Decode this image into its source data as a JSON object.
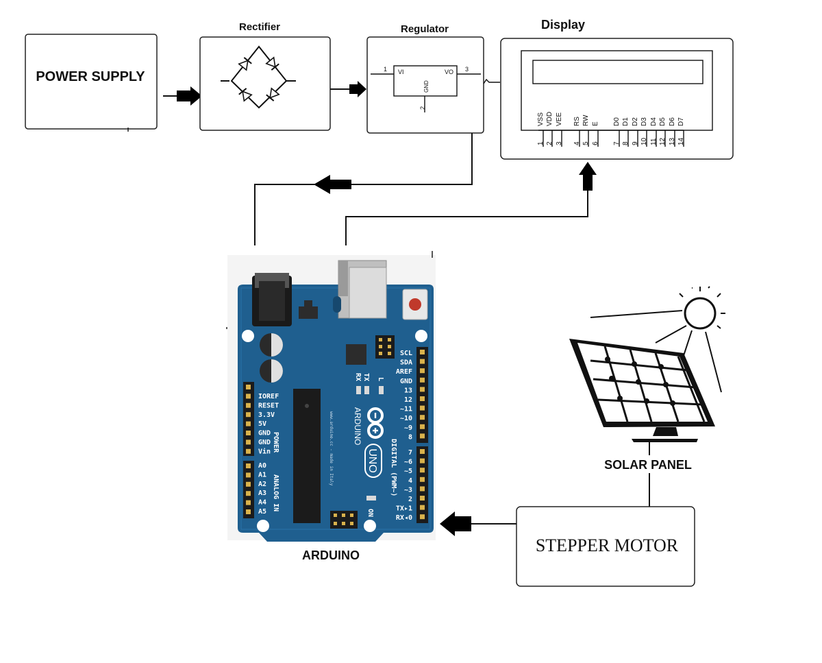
{
  "blocks": {
    "power_supply": "POWER SUPPLY",
    "rectifier": "Rectifier",
    "regulator": "Regulator",
    "display": "Display",
    "solar_panel": "SOLAR PANEL",
    "stepper_motor": "STEPPER MOTOR",
    "arduino": "ARDUINO"
  },
  "regulator_pins": {
    "vi": "VI",
    "vo": "VO",
    "gnd": "GND",
    "pin1": "1",
    "pin2": "2",
    "pin3": "3"
  },
  "lcd_pins": [
    {
      "name": "VSS",
      "num": "1"
    },
    {
      "name": "VDD",
      "num": "2"
    },
    {
      "name": "VEE",
      "num": "3"
    },
    {
      "name": "RS",
      "num": "4"
    },
    {
      "name": "RW",
      "num": "5"
    },
    {
      "name": "E",
      "num": "6"
    },
    {
      "name": "D0",
      "num": "7"
    },
    {
      "name": "D1",
      "num": "8"
    },
    {
      "name": "D2",
      "num": "9"
    },
    {
      "name": "D3",
      "num": "10"
    },
    {
      "name": "D4",
      "num": "11"
    },
    {
      "name": "D5",
      "num": "12"
    },
    {
      "name": "D6",
      "num": "13"
    },
    {
      "name": "D7",
      "num": "14"
    }
  ],
  "arduino_board": {
    "brand": "ARDUINO",
    "model": "UNO",
    "on_label": "ON",
    "tx": "TX",
    "rx": "RX",
    "l": "L",
    "url": "www.arduino.cc - made in Italy",
    "power_group": "POWER",
    "analog_group": "ANALOG IN",
    "digital_group": "DIGITAL (PWM~)",
    "left_power_pins": [
      "IOREF",
      "RESET",
      "3.3V",
      "5V",
      "GND",
      "GND",
      "Vin"
    ],
    "left_analog_pins": [
      "A0",
      "A1",
      "A2",
      "A3",
      "A4",
      "A5"
    ],
    "right_top_pins": [
      "SCL",
      "SDA",
      "AREF",
      "GND",
      "13",
      "12",
      "~11",
      "~10",
      "~9",
      "8"
    ],
    "right_bottom_pins": [
      "7",
      "~6",
      "~5",
      "4",
      "~3",
      "2",
      "TX▸1",
      "RX◂0"
    ]
  },
  "colors": {
    "board_blue": "#1f5f8f",
    "board_dark": "#16486e",
    "header_black": "#1b1b1b",
    "reset_red": "#c0392b"
  }
}
